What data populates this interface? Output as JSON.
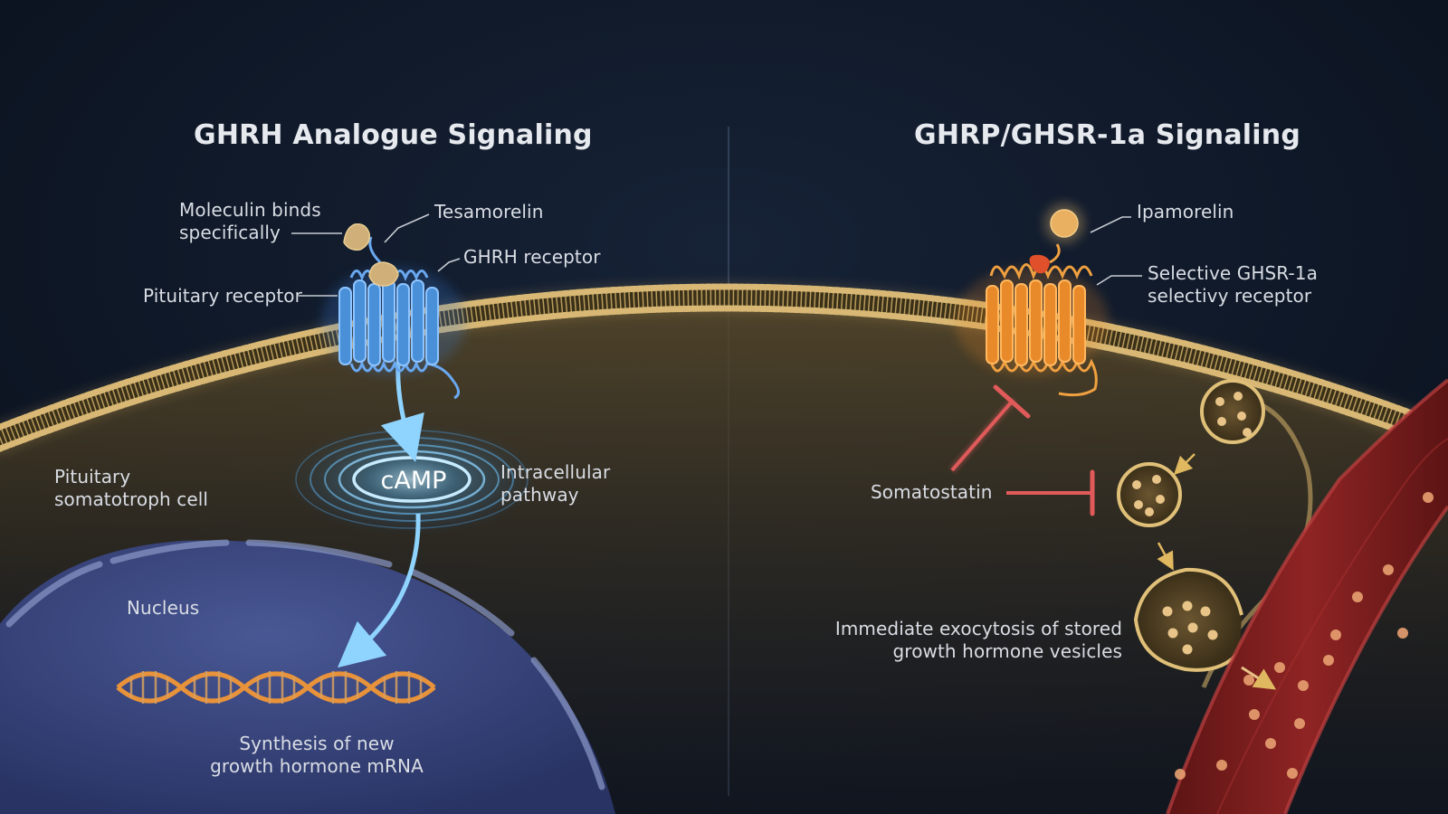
{
  "left_panel": {
    "title": "GHRH Analogue Signaling",
    "labels": {
      "moleculin_line1": "Moleculin binds",
      "moleculin_line2": "specifically",
      "tesamorelin": "Tesamorelin",
      "ghrh_receptor": "GHRH receptor",
      "pituitary_receptor": "Pituitary receptor",
      "camp": "cAMP",
      "intracellular_line1": "Intracellular",
      "intracellular_line2": "pathway",
      "cell_line1": "Pituitary",
      "cell_line2": "somatotroph cell",
      "nucleus": "Nucleus",
      "synthesis_line1": "Synthesis of new",
      "synthesis_line2": "growth hormone mRNA"
    }
  },
  "right_panel": {
    "title": "GHRP/GHSR-1a Signaling",
    "labels": {
      "ipamorelin": "Ipamorelin",
      "receptor_line1": "Selective GHSR-1a",
      "receptor_line2": "selectivy receptor",
      "somatostatin": "Somatostatin",
      "exocytosis_line1": "Immediate exocytosis of stored",
      "exocytosis_line2": "growth hormone vesicles"
    }
  },
  "colors": {
    "background": "#0d1626",
    "membrane": "#c9a865",
    "cytoplasm": "#4a3c22",
    "ghrh_receptor": "#4a90d8",
    "ghsr_receptor": "#e88a2a",
    "nucleus": "#3f4f8c",
    "camp_glow": "#8fd3ff",
    "inhibition": "#e05a5a",
    "blood_vessel": "#8a2020",
    "hormone_granule": "#e8b07a"
  }
}
